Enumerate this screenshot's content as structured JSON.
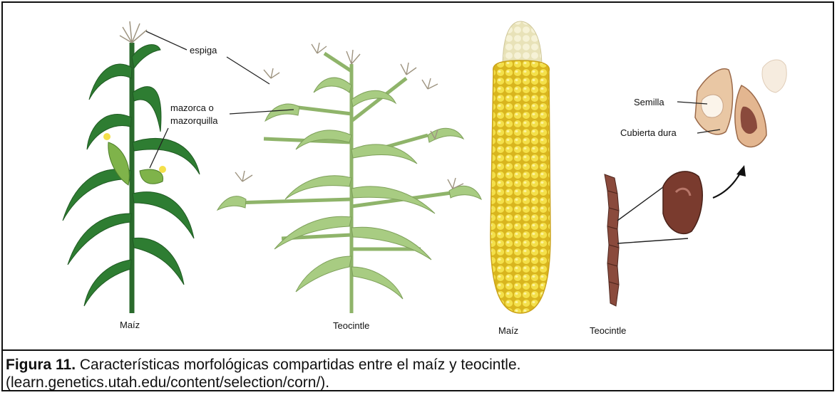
{
  "figure": {
    "labels": {
      "espiga": "espiga",
      "mazorca_line1": "mazorca o",
      "mazorca_line2": "mazorquilla",
      "maiz_plant": "Maíz",
      "teocintle_plant": "Teocintle",
      "maiz_ear": "Maíz",
      "teocintle_ear": "Teocintle",
      "semilla": "Semilla",
      "cubierta": "Cubierta dura"
    },
    "colors": {
      "maize_leaf": "#2e7d32",
      "teosinte_leaf": "#9cc47a",
      "kernel": "#f2dc3c",
      "teosinte_seed": "#7a3b2e"
    }
  },
  "caption": {
    "label": "Figura 11.",
    "text": " Características morfológicas compartidas entre el maíz y teocintle.",
    "source": "(learn.genetics.utah.edu/content/selection/corn/)."
  }
}
